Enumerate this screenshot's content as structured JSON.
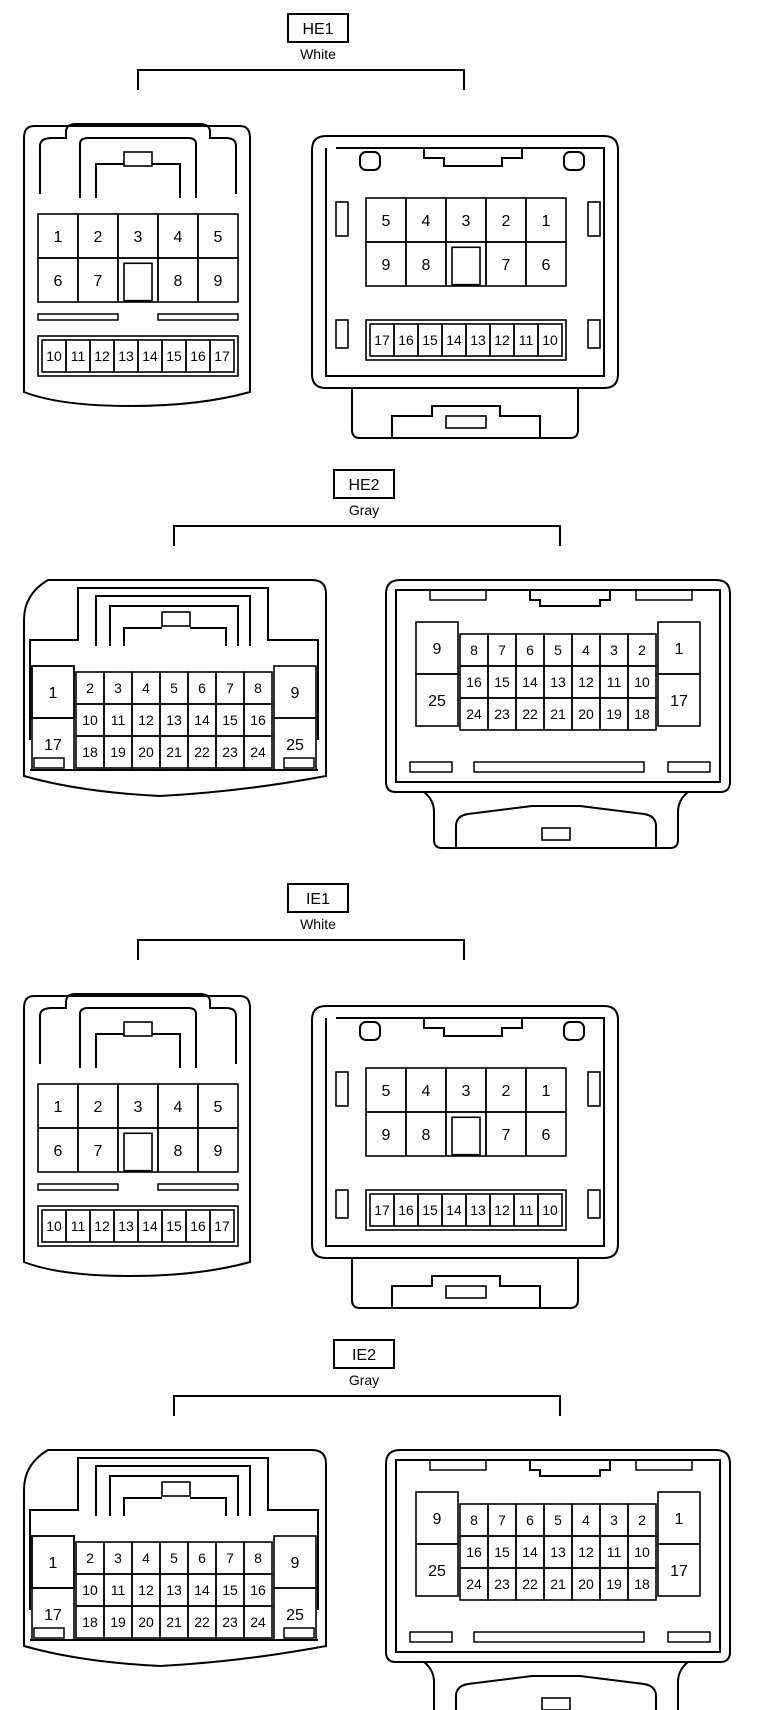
{
  "connectors": [
    {
      "id": "HE1",
      "label": "HE1",
      "color": "White",
      "type": "small",
      "male": {
        "rowA": [
          "1",
          "2",
          "3",
          "4",
          "5"
        ],
        "rowB": [
          "6",
          "7",
          "",
          "8",
          "9"
        ],
        "rowC": [
          "10",
          "11",
          "12",
          "13",
          "14",
          "15",
          "16",
          "17"
        ]
      },
      "female": {
        "rowA": [
          "5",
          "4",
          "3",
          "2",
          "1"
        ],
        "rowB": [
          "9",
          "8",
          "",
          "7",
          "6"
        ],
        "rowC": [
          "17",
          "16",
          "15",
          "14",
          "13",
          "12",
          "11",
          "10"
        ]
      }
    },
    {
      "id": "HE2",
      "label": "HE2",
      "color": "Gray",
      "type": "large",
      "male": {
        "sideLeft": [
          "1",
          "17"
        ],
        "rowA": [
          "2",
          "3",
          "4",
          "5",
          "6",
          "7",
          "8"
        ],
        "rowB": [
          "10",
          "11",
          "12",
          "13",
          "14",
          "15",
          "16"
        ],
        "rowC": [
          "18",
          "19",
          "20",
          "21",
          "22",
          "23",
          "24"
        ],
        "sideRight": [
          "9",
          "25"
        ]
      },
      "female": {
        "sideLeft": [
          "9",
          "25"
        ],
        "rowA": [
          "8",
          "7",
          "6",
          "5",
          "4",
          "3",
          "2"
        ],
        "rowB": [
          "16",
          "15",
          "14",
          "13",
          "12",
          "11",
          "10"
        ],
        "rowC": [
          "24",
          "23",
          "22",
          "21",
          "20",
          "19",
          "18"
        ],
        "sideRight": [
          "1",
          "17"
        ]
      }
    },
    {
      "id": "IE1",
      "label": "IE1",
      "color": "White",
      "type": "small",
      "male": {
        "rowA": [
          "1",
          "2",
          "3",
          "4",
          "5"
        ],
        "rowB": [
          "6",
          "7",
          "",
          "8",
          "9"
        ],
        "rowC": [
          "10",
          "11",
          "12",
          "13",
          "14",
          "15",
          "16",
          "17"
        ]
      },
      "female": {
        "rowA": [
          "5",
          "4",
          "3",
          "2",
          "1"
        ],
        "rowB": [
          "9",
          "8",
          "",
          "7",
          "6"
        ],
        "rowC": [
          "17",
          "16",
          "15",
          "14",
          "13",
          "12",
          "11",
          "10"
        ]
      }
    },
    {
      "id": "IE2",
      "label": "IE2",
      "color": "Gray",
      "type": "large",
      "male": {
        "sideLeft": [
          "1",
          "17"
        ],
        "rowA": [
          "2",
          "3",
          "4",
          "5",
          "6",
          "7",
          "8"
        ],
        "rowB": [
          "10",
          "11",
          "12",
          "13",
          "14",
          "15",
          "16"
        ],
        "rowC": [
          "18",
          "19",
          "20",
          "21",
          "22",
          "23",
          "24"
        ],
        "sideRight": [
          "9",
          "25"
        ]
      },
      "female": {
        "sideLeft": [
          "9",
          "25"
        ],
        "rowA": [
          "8",
          "7",
          "6",
          "5",
          "4",
          "3",
          "2"
        ],
        "rowB": [
          "16",
          "15",
          "14",
          "13",
          "12",
          "11",
          "10"
        ],
        "rowC": [
          "24",
          "23",
          "22",
          "21",
          "20",
          "19",
          "18"
        ],
        "sideRight": [
          "1",
          "17"
        ]
      }
    }
  ]
}
